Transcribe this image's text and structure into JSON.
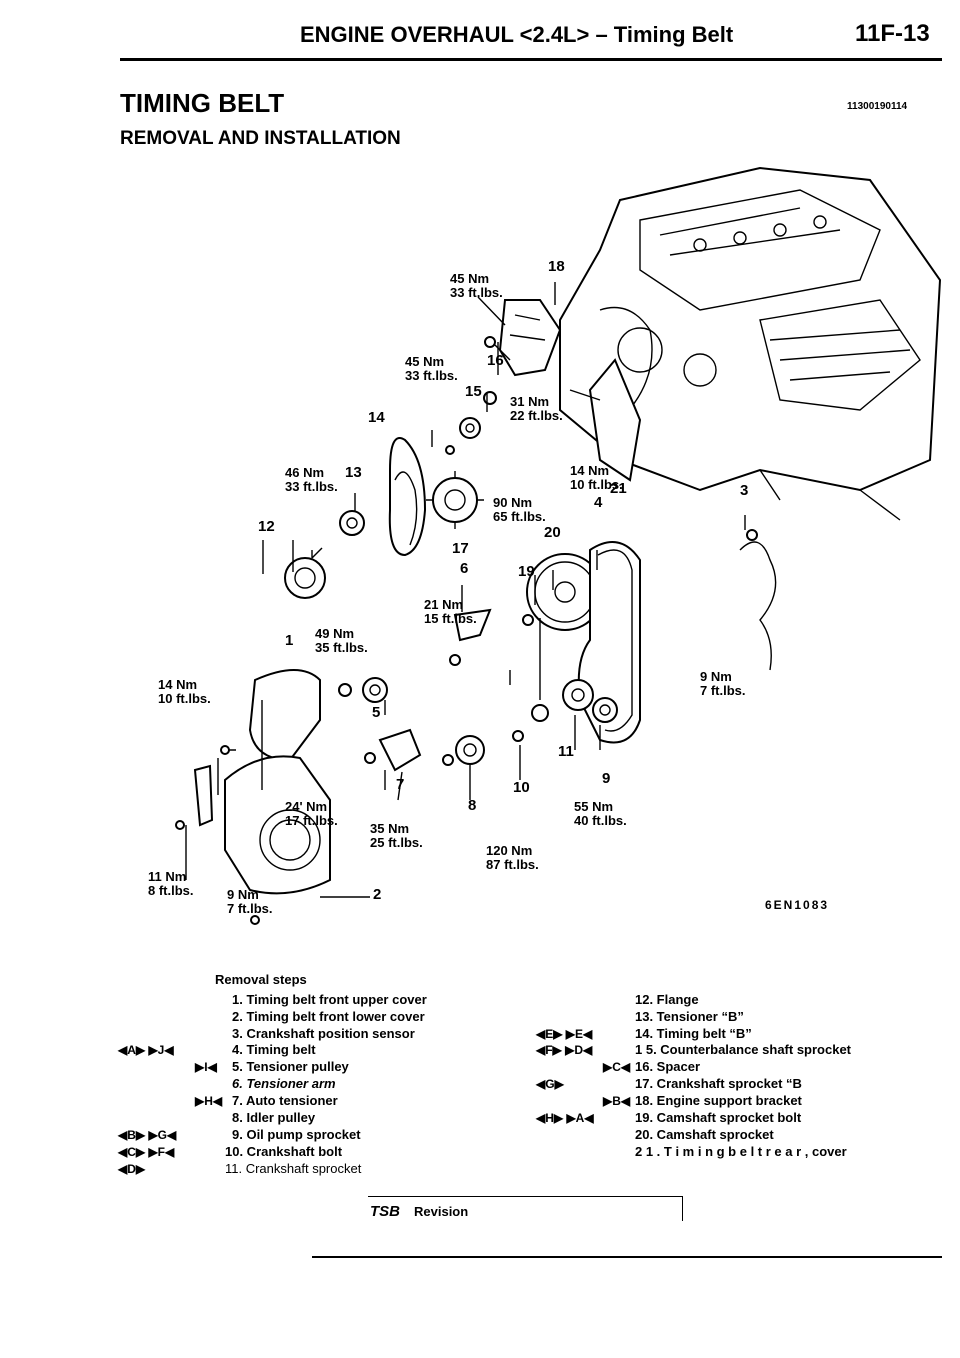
{
  "header": {
    "title": "ENGINE OVERHAUL <2.4L> – Timing Belt",
    "page_number": "11F-13"
  },
  "section": {
    "title": "TIMING BELT",
    "code": "11300190114",
    "subtitle": "REMOVAL AND INSTALLATION"
  },
  "figure": {
    "code": "6EN1083",
    "torques": [
      {
        "nm": "45 Nm",
        "ft": "33 ft.lbs."
      },
      {
        "nm": "45 Nm",
        "ft": "33 ft.lbs."
      },
      {
        "nm": "31 Nm",
        "ft": "22 ft.lbs."
      },
      {
        "nm": "46 Nm",
        "ft": "33 ft.lbs."
      },
      {
        "nm": "14 Nm",
        "ft": "10 ft.lbs."
      },
      {
        "nm": "90 Nm",
        "ft": "65 ft.lbs."
      },
      {
        "nm": "21 Nm",
        "ft": "15 ft.lbs."
      },
      {
        "nm": "49 Nm",
        "ft": "35 ft.lbs."
      },
      {
        "nm": "14 Nm",
        "ft": "10 ft.lbs."
      },
      {
        "nm": "9 Nm",
        "ft": "7 ft.lbs."
      },
      {
        "nm": "24' Nm",
        "ft": "17 ft.lbs."
      },
      {
        "nm": "35 Nm",
        "ft": "25 ft.lbs."
      },
      {
        "nm": "55 Nm",
        "ft": "40 ft.lbs."
      },
      {
        "nm": "120 Nm",
        "ft": "87 ft.lbs."
      },
      {
        "nm": "11 Nm",
        "ft": "8 ft.lbs."
      },
      {
        "nm": "9 Nm",
        "ft": "7 ft.lbs."
      }
    ],
    "callouts": [
      "18",
      "16",
      "15",
      "14",
      "13",
      "21",
      "3",
      "12",
      "4",
      "20",
      "17",
      "6",
      "19",
      "1",
      "5",
      "11",
      "9",
      "7",
      "8",
      "10",
      "2"
    ]
  },
  "removal": {
    "heading": "Removal steps",
    "left_steps": [
      {
        "marks": "",
        "text": "1. Timing belt front upper cover"
      },
      {
        "marks": "",
        "text": "2. Timing belt front lower cover"
      },
      {
        "marks": "",
        "text": "3. Crankshaft position sensor"
      },
      {
        "marks": "◀A▶ ▶J◀",
        "text": "4. Timing belt"
      },
      {
        "marks": "▶I◀",
        "text": "5. Tensioner pulley"
      },
      {
        "marks": "",
        "text": "6. Tensioner arm"
      },
      {
        "marks": "▶H◀",
        "text": "7. Auto tensioner"
      },
      {
        "marks": "",
        "text": "8. Idler pulley"
      },
      {
        "marks": "◀B▶ ▶G◀",
        "text": "9. Oil pump sprocket"
      },
      {
        "marks": "◀C▶ ▶F◀",
        "text": "10. Crankshaft bolt"
      },
      {
        "marks": "◀D▶",
        "text": "11. Crankshaft sprocket"
      }
    ],
    "right_steps": [
      {
        "marks": "",
        "text": "12. Flange"
      },
      {
        "marks": "",
        "text": "13. Tensioner “B”"
      },
      {
        "marks": "◀E▶ ▶E◀",
        "text": "14. Timing belt “B”"
      },
      {
        "marks": "◀F▶ ▶D◀",
        "text": "1 5. Counterbalance shaft sprocket"
      },
      {
        "marks": "▶C◀",
        "text": "16. Spacer"
      },
      {
        "marks": "◀G▶",
        "text": "17. Crankshaft sprocket “B"
      },
      {
        "marks": "▶B◀",
        "text": "18. Engine support bracket"
      },
      {
        "marks": "◀H▶ ▶A◀",
        "text": "19. Camshaft sprocket bolt"
      },
      {
        "marks": "",
        "text": "20. Camshaft sprocket"
      },
      {
        "marks": "",
        "text": "2 1 . T i m i n g  b e l t  r e a r , cover"
      }
    ]
  },
  "footer": {
    "tsb": "TSB",
    "revision": "Revision"
  }
}
